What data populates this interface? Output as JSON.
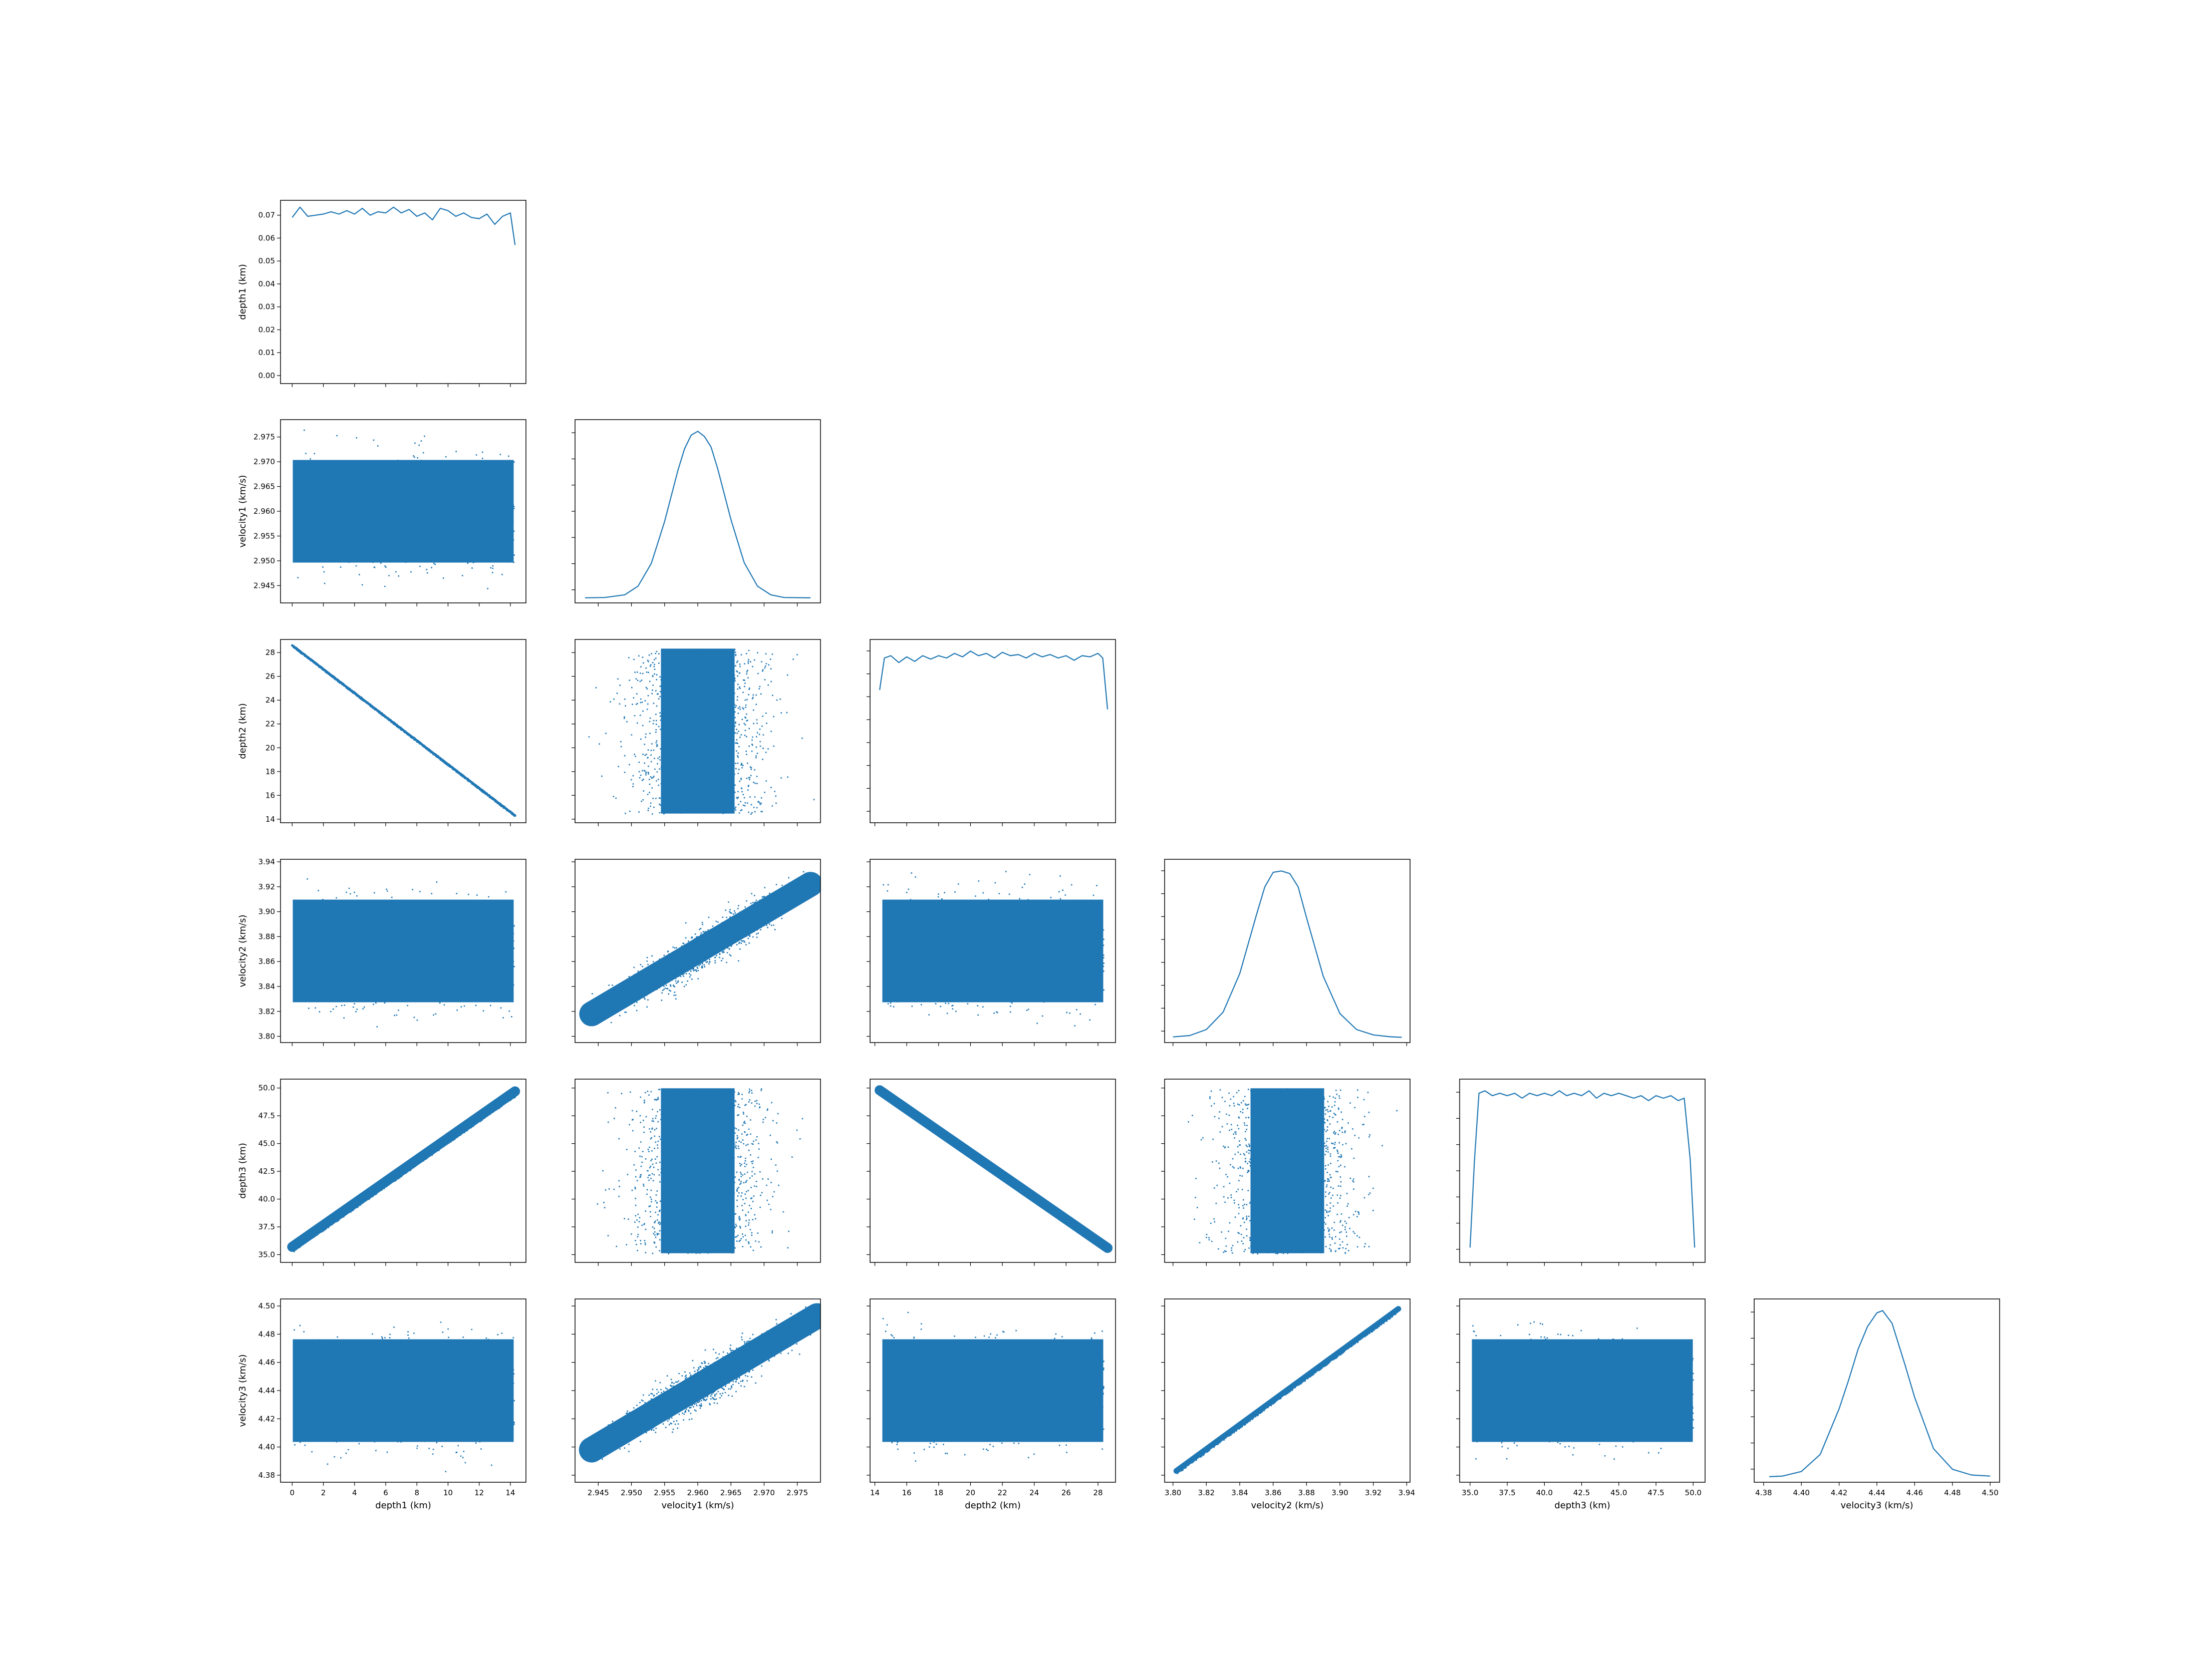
{
  "chart_data": {
    "type": "scatter",
    "layout": "corner",
    "colors": {
      "series": "#1f77b4",
      "axes": "#000000",
      "background": "#ffffff"
    },
    "grid": false,
    "variables": [
      {
        "key": "depth1",
        "label": "depth1 (km)",
        "range": [
          -0.75,
          15.0
        ],
        "ticks": [
          {
            "v": 0,
            "t": "0"
          },
          {
            "v": 2,
            "t": "2"
          },
          {
            "v": 4,
            "t": "4"
          },
          {
            "v": 6,
            "t": "6"
          },
          {
            "v": 8,
            "t": "8"
          },
          {
            "v": 10,
            "t": "10"
          },
          {
            "v": 12,
            "t": "12"
          },
          {
            "v": 14,
            "t": "14"
          }
        ]
      },
      {
        "key": "velocity1",
        "label": "velocity1 (km/s)",
        "range": [
          2.9415,
          2.9785
        ],
        "ticks": [
          {
            "v": 2.945,
            "t": "2.945"
          },
          {
            "v": 2.95,
            "t": "2.950"
          },
          {
            "v": 2.955,
            "t": "2.955"
          },
          {
            "v": 2.96,
            "t": "2.960"
          },
          {
            "v": 2.965,
            "t": "2.965"
          },
          {
            "v": 2.97,
            "t": "2.970"
          },
          {
            "v": 2.975,
            "t": "2.975"
          }
        ]
      },
      {
        "key": "depth2",
        "label": "depth2 (km)",
        "range": [
          13.7,
          29.1
        ],
        "ticks": [
          {
            "v": 14,
            "t": "14"
          },
          {
            "v": 16,
            "t": "16"
          },
          {
            "v": 18,
            "t": "18"
          },
          {
            "v": 20,
            "t": "20"
          },
          {
            "v": 22,
            "t": "22"
          },
          {
            "v": 24,
            "t": "24"
          },
          {
            "v": 26,
            "t": "26"
          },
          {
            "v": 28,
            "t": "28"
          }
        ]
      },
      {
        "key": "velocity2",
        "label": "velocity2 (km/s)",
        "range": [
          3.795,
          3.942
        ],
        "ticks": [
          {
            "v": 3.8,
            "t": "3.80"
          },
          {
            "v": 3.82,
            "t": "3.82"
          },
          {
            "v": 3.84,
            "t": "3.84"
          },
          {
            "v": 3.86,
            "t": "3.86"
          },
          {
            "v": 3.88,
            "t": "3.88"
          },
          {
            "v": 3.9,
            "t": "3.90"
          },
          {
            "v": 3.92,
            "t": "3.92"
          },
          {
            "v": 3.94,
            "t": "3.94"
          }
        ]
      },
      {
        "key": "depth3",
        "label": "depth3 (km)",
        "range": [
          34.3,
          50.8
        ],
        "ticks": [
          {
            "v": 35,
            "t": "35.0"
          },
          {
            "v": 37.5,
            "t": "37.5"
          },
          {
            "v": 40,
            "t": "40.0"
          },
          {
            "v": 42.5,
            "t": "42.5"
          },
          {
            "v": 45,
            "t": "45.0"
          },
          {
            "v": 47.5,
            "t": "47.5"
          },
          {
            "v": 50,
            "t": "50.0"
          }
        ]
      },
      {
        "key": "velocity3",
        "label": "velocity3 (km/s)",
        "range": [
          4.375,
          4.505
        ],
        "ticks": [
          {
            "v": 4.38,
            "t": "4.38"
          },
          {
            "v": 4.4,
            "t": "4.40"
          },
          {
            "v": 4.42,
            "t": "4.42"
          },
          {
            "v": 4.44,
            "t": "4.44"
          },
          {
            "v": 4.46,
            "t": "4.46"
          },
          {
            "v": 4.48,
            "t": "4.48"
          },
          {
            "v": 4.5,
            "t": "4.50"
          }
        ]
      }
    ],
    "density_axis": {
      "range": [
        -0.0035,
        0.0765
      ],
      "ticks": [
        {
          "v": 0.0,
          "t": "0.00"
        },
        {
          "v": 0.01,
          "t": "0.01"
        },
        {
          "v": 0.02,
          "t": "0.02"
        },
        {
          "v": 0.03,
          "t": "0.03"
        },
        {
          "v": 0.04,
          "t": "0.04"
        },
        {
          "v": 0.05,
          "t": "0.05"
        },
        {
          "v": 0.06,
          "t": "0.06"
        },
        {
          "v": 0.07,
          "t": "0.07"
        }
      ]
    },
    "marginals": [
      {
        "variable": "depth1",
        "type": "line",
        "x": [
          0.0,
          0.5,
          1.0,
          1.5,
          2.0,
          2.5,
          3.0,
          3.5,
          4.0,
          4.5,
          5.0,
          5.5,
          6.0,
          6.5,
          7.0,
          7.5,
          8.0,
          8.5,
          9.0,
          9.5,
          10.0,
          10.5,
          11.0,
          11.5,
          12.0,
          12.5,
          13.0,
          13.5,
          14.0,
          14.3
        ],
        "y": [
          0.069,
          0.0735,
          0.0695,
          0.07,
          0.0705,
          0.0715,
          0.0705,
          0.072,
          0.0705,
          0.073,
          0.07,
          0.0715,
          0.071,
          0.0735,
          0.071,
          0.0725,
          0.0695,
          0.071,
          0.068,
          0.073,
          0.072,
          0.0695,
          0.071,
          0.069,
          0.0685,
          0.0705,
          0.066,
          0.0695,
          0.071,
          0.057
        ]
      },
      {
        "variable": "velocity1",
        "type": "line",
        "x": [
          2.943,
          2.946,
          2.949,
          2.951,
          2.953,
          2.955,
          2.957,
          2.958,
          2.959,
          2.96,
          2.961,
          2.962,
          2.963,
          2.965,
          2.967,
          2.969,
          2.971,
          2.973,
          2.977
        ],
        "y": [
          0.03,
          0.1,
          0.8,
          3.0,
          8.8,
          19.5,
          32.5,
          38.0,
          41.5,
          42.5,
          41.2,
          38.5,
          33.0,
          20.0,
          9.0,
          3.0,
          0.8,
          0.1,
          0.02
        ]
      },
      {
        "variable": "depth2",
        "type": "line",
        "x": [
          14.3,
          14.6,
          15.0,
          15.5,
          16.0,
          16.5,
          17.0,
          17.5,
          18.0,
          18.5,
          19.0,
          19.5,
          20.0,
          20.5,
          21.0,
          21.5,
          22.0,
          22.5,
          23.0,
          23.5,
          24.0,
          24.5,
          25.0,
          25.5,
          26.0,
          26.5,
          27.0,
          27.5,
          28.0,
          28.3,
          28.6
        ],
        "y": [
          0.056,
          0.07,
          0.071,
          0.068,
          0.0705,
          0.0685,
          0.071,
          0.0695,
          0.071,
          0.07,
          0.072,
          0.0705,
          0.073,
          0.071,
          0.072,
          0.07,
          0.0725,
          0.071,
          0.0715,
          0.07,
          0.072,
          0.0705,
          0.0715,
          0.07,
          0.071,
          0.069,
          0.071,
          0.0705,
          0.072,
          0.07,
          0.0475
        ]
      },
      {
        "variable": "velocity2",
        "type": "line",
        "x": [
          3.8,
          3.81,
          3.82,
          3.83,
          3.84,
          3.85,
          3.855,
          3.86,
          3.865,
          3.87,
          3.875,
          3.88,
          3.885,
          3.89,
          3.9,
          3.91,
          3.92,
          3.93,
          3.937
        ],
        "y": [
          0.05,
          0.15,
          0.6,
          1.9,
          4.8,
          9.2,
          11.3,
          12.4,
          12.5,
          12.3,
          11.3,
          9.0,
          6.8,
          4.6,
          1.8,
          0.6,
          0.2,
          0.06,
          0.02
        ]
      },
      {
        "variable": "depth3",
        "type": "line",
        "x": [
          35.0,
          35.3,
          35.6,
          36.0,
          36.5,
          37.0,
          37.5,
          38.0,
          38.5,
          39.0,
          39.5,
          40.0,
          40.5,
          41.0,
          41.5,
          42.0,
          42.5,
          43.0,
          43.5,
          44.0,
          44.5,
          45.0,
          45.5,
          46.0,
          46.5,
          47.0,
          47.5,
          48.0,
          48.5,
          49.0,
          49.4,
          49.8,
          50.1
        ],
        "y": [
          0.004,
          0.04,
          0.067,
          0.068,
          0.066,
          0.067,
          0.066,
          0.067,
          0.065,
          0.067,
          0.066,
          0.067,
          0.066,
          0.068,
          0.066,
          0.067,
          0.066,
          0.068,
          0.065,
          0.067,
          0.066,
          0.067,
          0.066,
          0.065,
          0.066,
          0.064,
          0.066,
          0.065,
          0.066,
          0.064,
          0.065,
          0.04,
          0.004
        ]
      },
      {
        "variable": "velocity3",
        "type": "line",
        "x": [
          4.383,
          4.39,
          4.4,
          4.41,
          4.42,
          4.425,
          4.43,
          4.435,
          4.44,
          4.443,
          4.448,
          4.455,
          4.46,
          4.47,
          4.48,
          4.49,
          4.5
        ],
        "y": [
          0.05,
          0.1,
          0.5,
          2.0,
          6.0,
          8.5,
          11.2,
          13.2,
          14.4,
          14.6,
          13.5,
          9.8,
          7.0,
          2.5,
          0.7,
          0.2,
          0.1
        ]
      }
    ],
    "pairs": [
      {
        "x": "depth1",
        "y": "velocity1",
        "relation": "uncorrelated"
      },
      {
        "x": "depth1",
        "y": "depth2",
        "relation": "linear",
        "line": [
          [
            0.0,
            28.6
          ],
          [
            14.3,
            14.3
          ]
        ],
        "width": 0.2
      },
      {
        "x": "velocity1",
        "y": "depth2",
        "relation": "uncorrelated"
      },
      {
        "x": "depth1",
        "y": "velocity2",
        "relation": "uncorrelated"
      },
      {
        "x": "velocity1",
        "y": "velocity2",
        "relation": "correlated",
        "line": [
          [
            2.944,
            3.818
          ],
          [
            2.977,
            3.922
          ]
        ],
        "width": 0.022
      },
      {
        "x": "depth2",
        "y": "velocity2",
        "relation": "uncorrelated"
      },
      {
        "x": "depth1",
        "y": "depth3",
        "relation": "linear",
        "line": [
          [
            0.0,
            35.7
          ],
          [
            14.3,
            49.7
          ]
        ],
        "width": 0.9
      },
      {
        "x": "velocity1",
        "y": "depth3",
        "relation": "uncorrelated"
      },
      {
        "x": "depth2",
        "y": "depth3",
        "relation": "linear",
        "line": [
          [
            14.3,
            49.8
          ],
          [
            28.6,
            35.6
          ]
        ],
        "width": 0.9
      },
      {
        "x": "velocity2",
        "y": "depth3",
        "relation": "uncorrelated"
      },
      {
        "x": "depth1",
        "y": "velocity3",
        "relation": "uncorrelated"
      },
      {
        "x": "velocity1",
        "y": "velocity3",
        "relation": "correlated",
        "line": [
          [
            2.944,
            4.398
          ],
          [
            2.978,
            4.493
          ]
        ],
        "width": 0.02
      },
      {
        "x": "depth2",
        "y": "velocity3",
        "relation": "uncorrelated"
      },
      {
        "x": "velocity2",
        "y": "velocity3",
        "relation": "linear",
        "line": [
          [
            3.802,
            4.383
          ],
          [
            3.935,
            4.498
          ]
        ],
        "width": 0.004
      },
      {
        "x": "depth3",
        "y": "velocity3",
        "relation": "uncorrelated"
      }
    ]
  }
}
